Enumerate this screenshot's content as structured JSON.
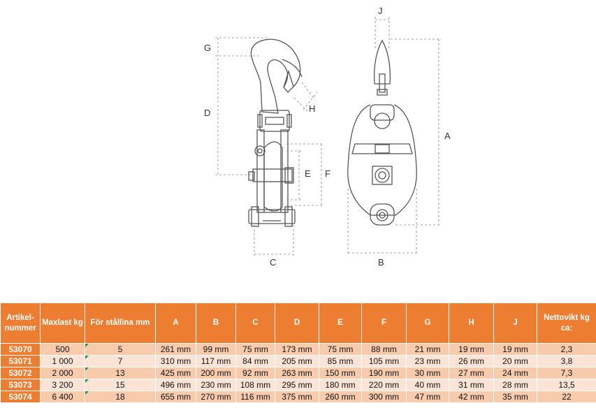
{
  "drawing": {
    "labels": {
      "g": "G",
      "d": "D",
      "h": "H",
      "e": "E",
      "f": "F",
      "c": "C",
      "j": "J",
      "a": "A",
      "b": "B"
    },
    "colors": {
      "line": "#555555",
      "dim": "#888888"
    }
  },
  "table": {
    "headers": [
      "Artikel-nummer",
      "Maxlast kg",
      "För stållina mm",
      "A",
      "B",
      "C",
      "D",
      "E",
      "F",
      "G",
      "H",
      "J",
      "Nettovikt kg ca:"
    ],
    "rows": [
      [
        "53070",
        "500",
        "5",
        "261 mm",
        "99 mm",
        "75 mm",
        "173 mm",
        "75 mm",
        "88 mm",
        "21 mm",
        "19 mm",
        "19 mm",
        "2,3"
      ],
      [
        "53071",
        "1 000",
        "7",
        "310 mm",
        "117 mm",
        "84 mm",
        "205 mm",
        "85 mm",
        "105 mm",
        "23 mm",
        "26 mm",
        "20 mm",
        "3,8"
      ],
      [
        "53072",
        "2 000",
        "13",
        "425 mm",
        "200 mm",
        "92 mm",
        "263 mm",
        "150 mm",
        "190 mm",
        "30 mm",
        "27 mm",
        "24 mm",
        "7,3"
      ],
      [
        "53073",
        "3 200",
        "15",
        "496 mm",
        "230 mm",
        "108 mm",
        "295 mm",
        "180 mm",
        "220  mm",
        "40 mm",
        "31 mm",
        "28 mm",
        "13,5"
      ],
      [
        "53074",
        "6 400",
        "18",
        "655 mm",
        "270 mm",
        "116 mm",
        "375 mm",
        "260 mm",
        "300 mm",
        "47 mm",
        "42 mm",
        "35 mm",
        "22"
      ]
    ],
    "colors": {
      "header": "#ed7d31",
      "row_odd": "#f8cbad",
      "row_even": "#fbe4d5"
    }
  }
}
